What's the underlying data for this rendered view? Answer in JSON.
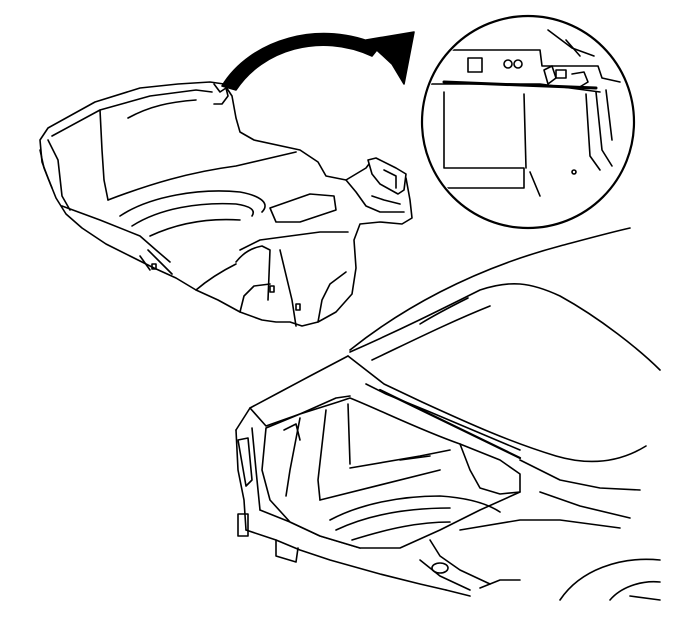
{
  "figure": {
    "colors": {
      "ink": "#000000",
      "paper": "#ffffff"
    },
    "parts": [
      "trunk-trim-panel",
      "vehicle-rear-body",
      "detail-callout",
      "direction-arrow"
    ]
  }
}
